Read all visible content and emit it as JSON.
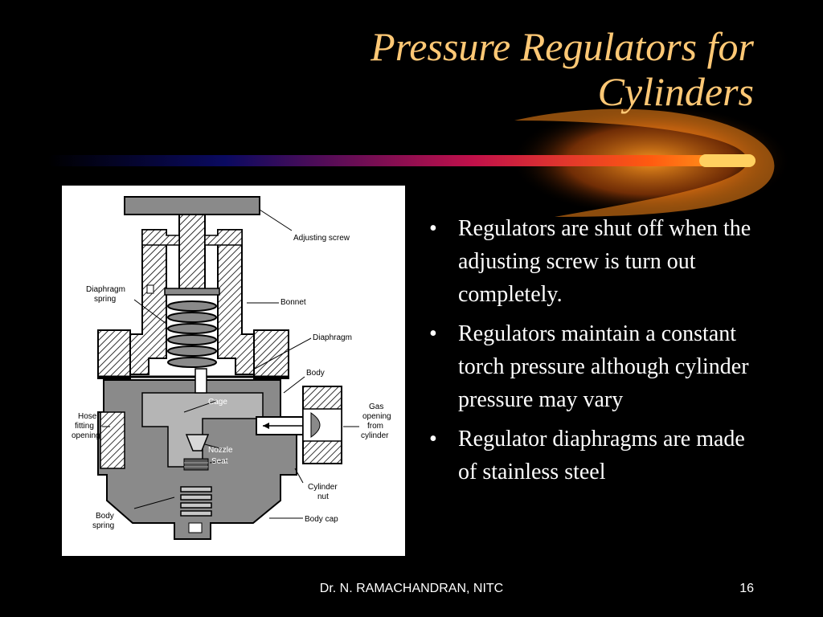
{
  "slide": {
    "title_line1": "Pressure Regulators for",
    "title_line2": "Cylinders",
    "bullets": [
      "Regulators are shut off when the adjusting screw is turn out completely.",
      "Regulators maintain a constant torch pressure although cylinder pressure may vary",
      "Regulator diaphragms are made of stainless steel"
    ],
    "bullet_symbol": "•",
    "footer": "Dr. N. RAMACHANDRAN, NITC",
    "page_number": "16"
  },
  "diagram": {
    "labels": {
      "adjusting_screw": "Adjusting screw",
      "diaphragm_spring_1": "Diaphragm",
      "diaphragm_spring_2": "spring",
      "bonnet": "Bonnet",
      "diaphragm": "Diaphragm",
      "body": "Body",
      "cage": "Cage",
      "hose_1": "Hose",
      "hose_2": "fitting",
      "hose_3": "opening",
      "gas_1": "Gas",
      "gas_2": "opening",
      "gas_3": "from",
      "gas_4": "cylinder",
      "nozzle": "Nozzle",
      "seat": "Seat",
      "cylinder_nut_1": "Cylinder",
      "cylinder_nut_2": "nut",
      "body_spring_1": "Body",
      "body_spring_2": "spring",
      "body_cap": "Body cap"
    }
  },
  "colors": {
    "background": "#000000",
    "title": "#ffc875",
    "text": "#ffffff",
    "swoosh_start": "#0a0a60",
    "swoosh_mid": "#c0104a",
    "swoosh_end": "#ff9a10",
    "diagram_gray": "#8a8a8a"
  }
}
